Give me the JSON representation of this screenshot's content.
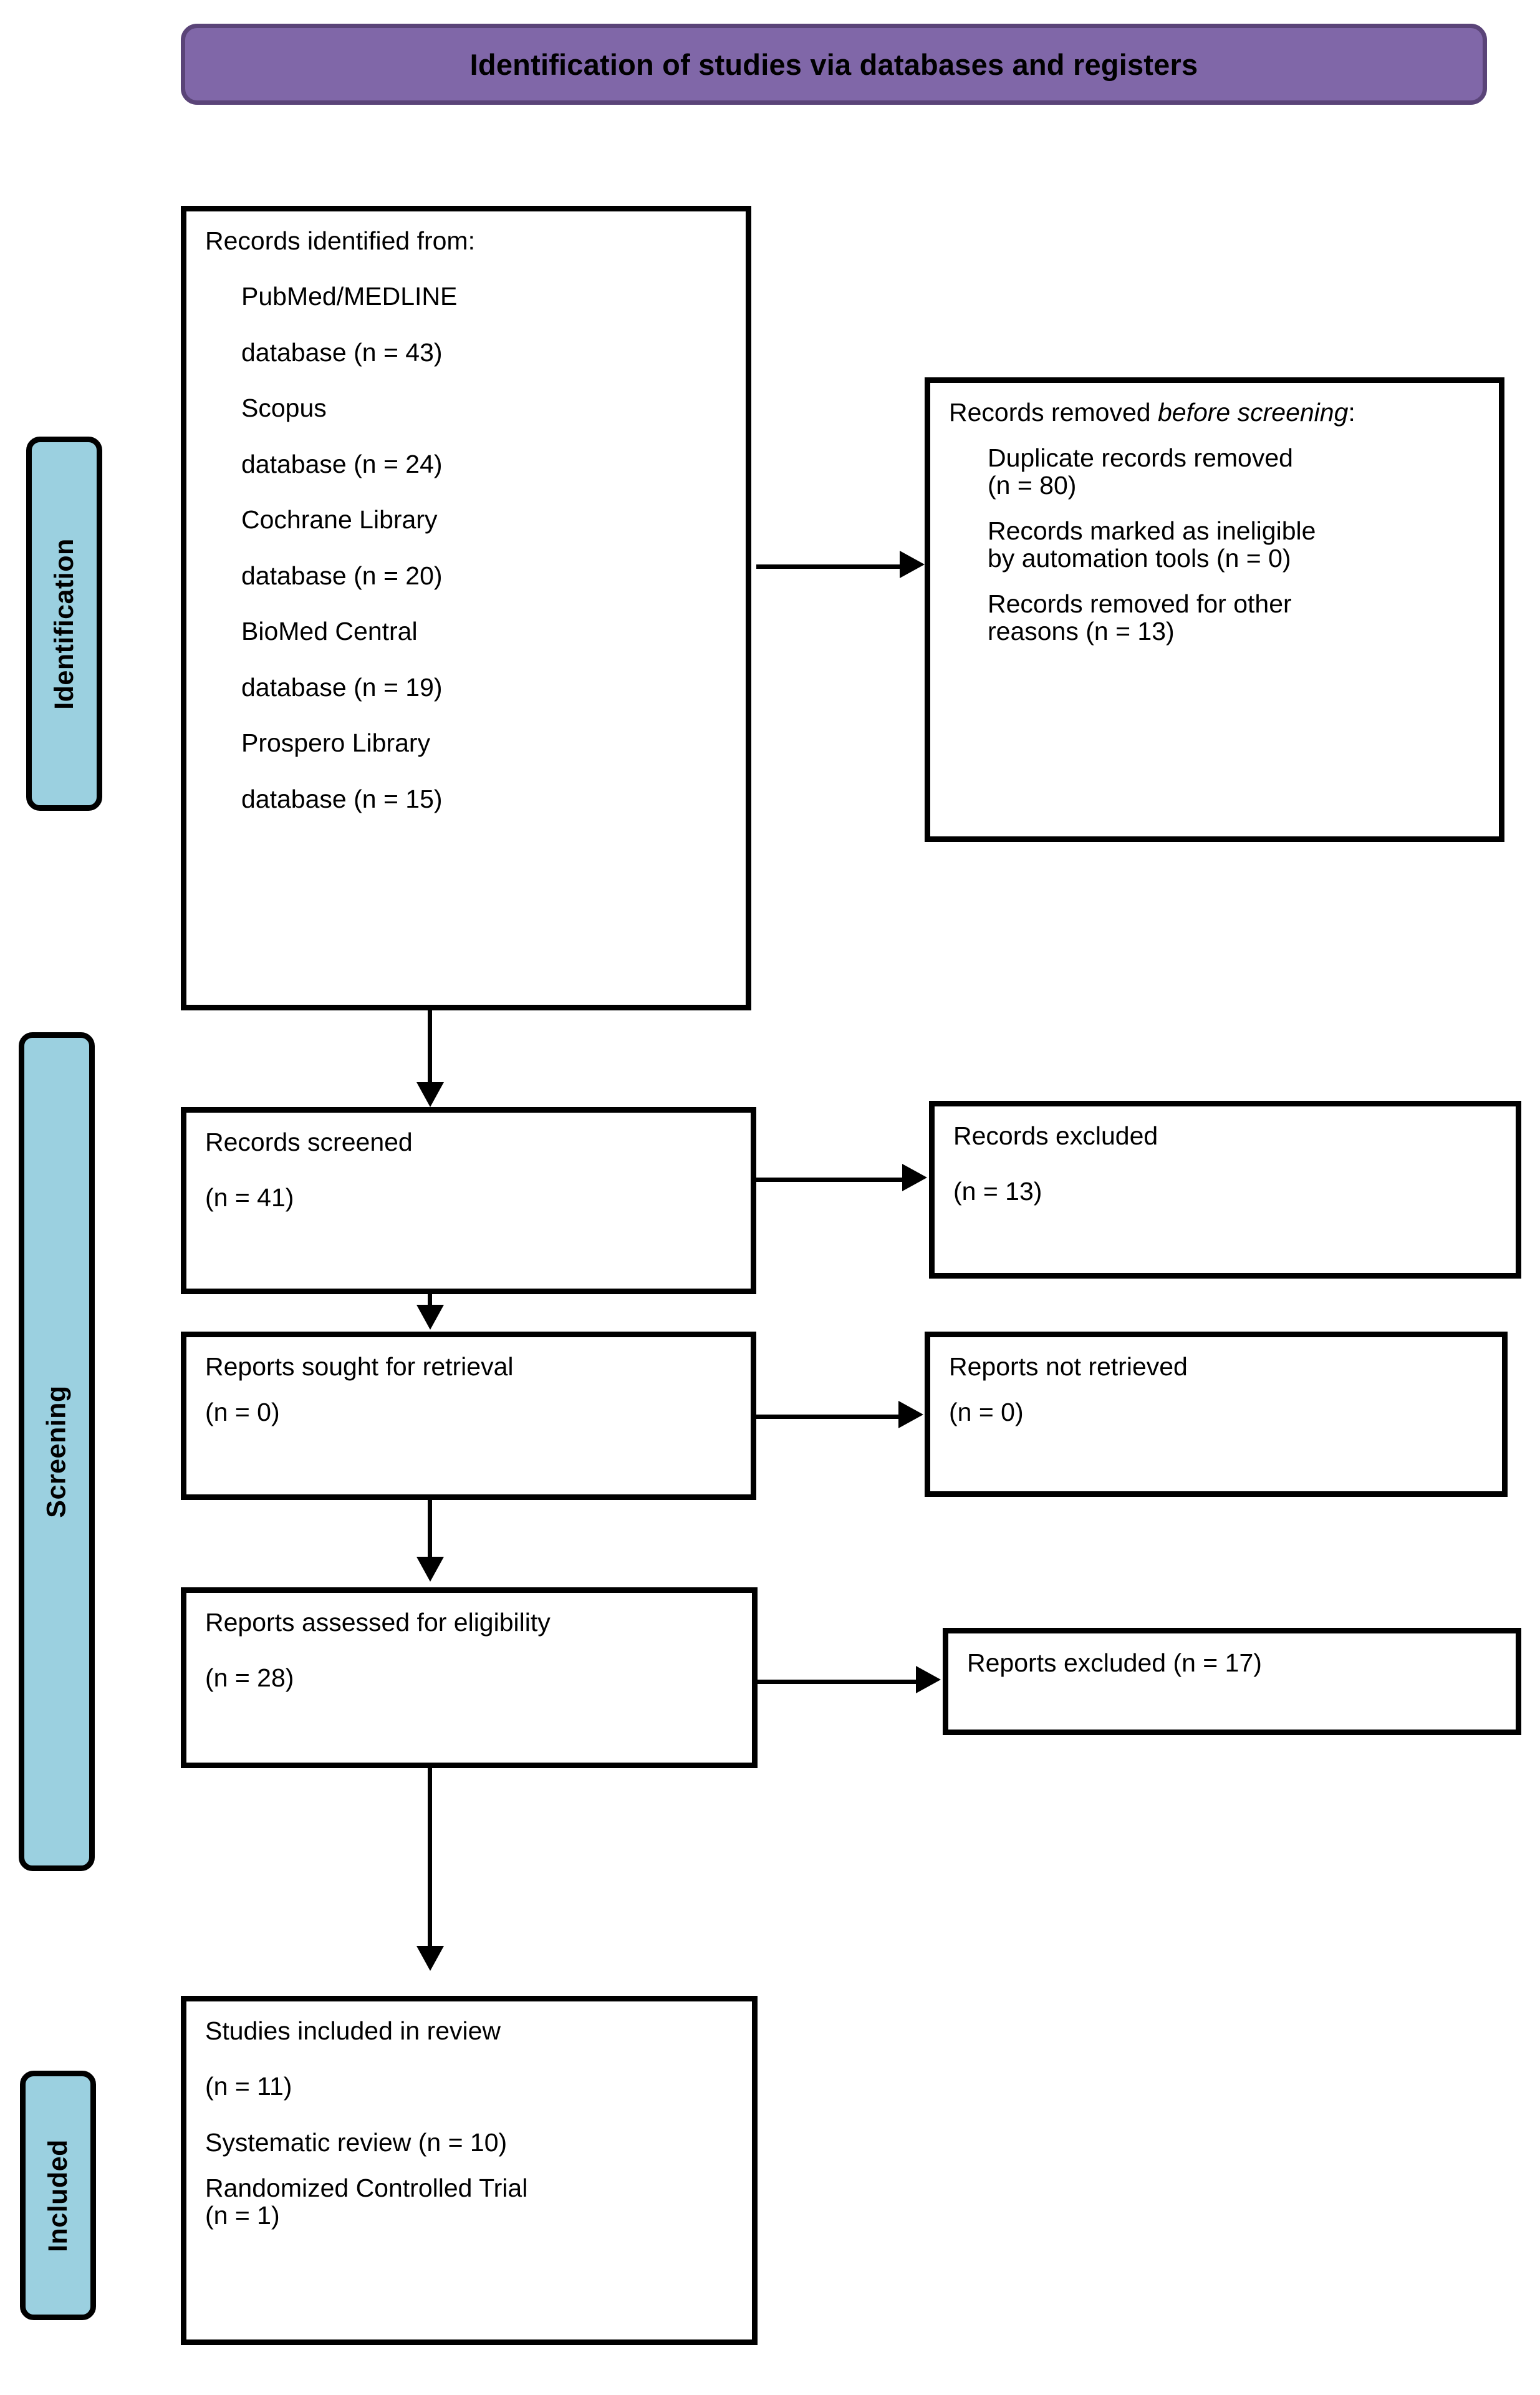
{
  "banner": {
    "title": "Identification of studies via databases and registers"
  },
  "stages": [
    {
      "id": "identification",
      "label": "Identification"
    },
    {
      "id": "screening",
      "label": "Screening"
    },
    {
      "id": "included",
      "label": "Included"
    }
  ],
  "boxes": {
    "records_identified": {
      "heading": "Records identified from:",
      "sources": [
        {
          "name": "PubMed/MEDLINE",
          "count": " database (n = 43)"
        },
        {
          "name": "Scopus",
          "count": "database (n = 24)"
        },
        {
          "name": "Cochrane Library",
          "count": "database (n = 20)"
        },
        {
          "name": "BioMed Central",
          "count": "database (n = 19)"
        },
        {
          "name": "Prospero Library",
          "count": "database (n = 15)"
        }
      ]
    },
    "records_removed": {
      "heading_plain": "Records removed ",
      "heading_italic": "before screening",
      "heading_colon": ":",
      "items": [
        {
          "line1": "Duplicate records removed",
          "line2": "(n = 80)"
        },
        {
          "line1": "Records marked as ineligible",
          "line2": "by automation tools (n = 0)"
        },
        {
          "line1": "Records removed for other",
          "line2": "reasons (n = 13)"
        }
      ]
    },
    "records_screened": {
      "label": "Records screened",
      "count": "(n = 41)"
    },
    "records_excluded": {
      "label": "Records excluded",
      "count": "(n = 13)"
    },
    "reports_sought": {
      "label": "Reports sought for retrieval",
      "count": "(n = 0)"
    },
    "reports_not_retrieved": {
      "label": "Reports not retrieved",
      "count": "(n = 0)"
    },
    "reports_assessed": {
      "label": "Reports assessed for eligibility",
      "count": "(n = 28)"
    },
    "reports_excluded": {
      "label": "Reports excluded (n = 17)"
    },
    "studies_included": {
      "label": "Studies included in review",
      "count": "(n = 11)",
      "breakdown_1": "Systematic review (n = 10)",
      "breakdown_2_line1": "Randomized Controlled Trial",
      "breakdown_2_line2": "(n = 1)"
    }
  },
  "colors": {
    "banner_fill": "#8067a8",
    "banner_border": "#5a4478",
    "stage_fill": "#9bd0e0",
    "box_border": "#000000",
    "box_fill": "#ffffff"
  }
}
